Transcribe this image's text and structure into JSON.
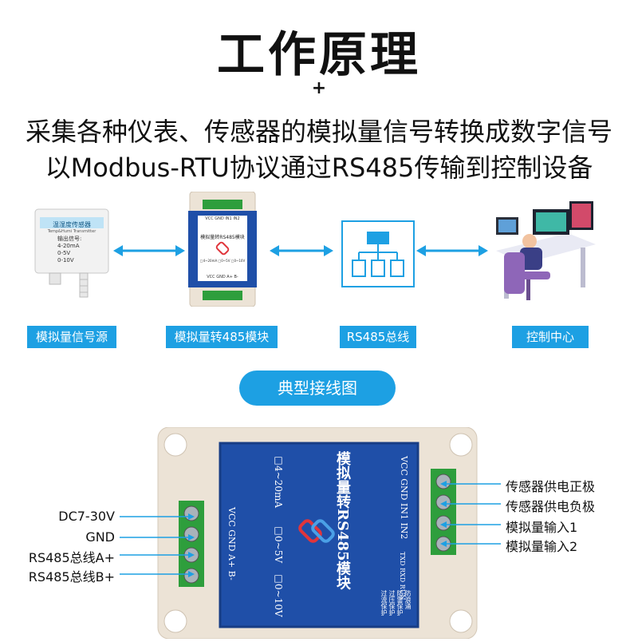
{
  "header": {
    "title": "工作原理",
    "plus": "+",
    "line1": "采集各种仪表、传感器的模拟量信号转换成数字信号",
    "line2": "以Modbus-RTU协议通过RS485传输到控制设备"
  },
  "flow": {
    "sensor_caption": "模拟量信号源",
    "module_caption": "模拟量转485模块",
    "bus_caption": "RS485总线",
    "control_caption": "控制中心",
    "sensor_device": {
      "name": "温湿度传感器",
      "sub": "Temp&Humi Transmitter",
      "output_title": "输出信号:",
      "outputs": [
        "4-20mA",
        "0-5V",
        "0-10V"
      ]
    },
    "small_module": {
      "pins": "VCC GND IN1 IN2",
      "name": "模拟量转RS485模块",
      "ranges": "□4~20mA  □0~5V  □0~10V",
      "bottom_pins": "VCC GND A+ B-"
    }
  },
  "wiring": {
    "section_title": "典型接线图",
    "left_labels": [
      "DC7-30V",
      "GND",
      "RS485总线A+",
      "RS485总线B+"
    ],
    "right_labels": [
      "传感器供电正极",
      "传感器供电负极",
      "模拟量输入1",
      "模拟量输入2"
    ],
    "module": {
      "name": "模拟量转RS485模块",
      "ranges": [
        "□4~20mA",
        "□0~5V",
        "□0~10V"
      ],
      "left_pins": "VCC GND A+ B-",
      "right_pins": "VCC GND IN1 IN2",
      "indicators": "TXD RXD RUN",
      "protections": [
        "过流保护",
        "过压保护",
        "防雷保护",
        "防浪涌"
      ]
    }
  },
  "colors": {
    "accent": "#1da0e3",
    "module_blue": "#1f4fa8",
    "terminal_green": "#2e9e3c",
    "case_beige": "#ece3d6"
  }
}
